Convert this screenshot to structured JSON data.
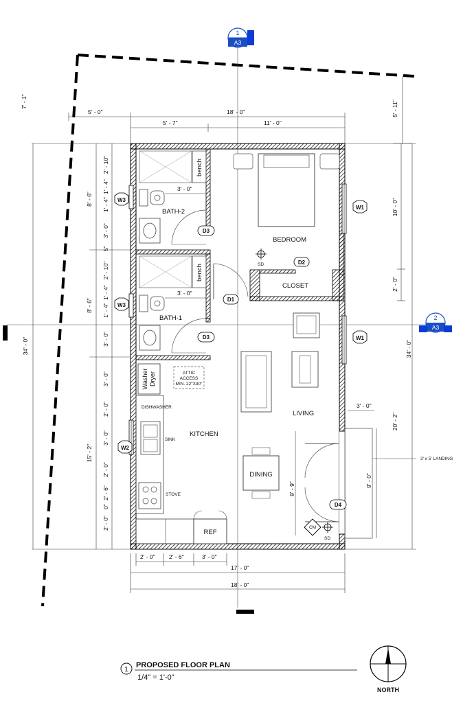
{
  "rooms": {
    "bedroom": "BEDROOM",
    "closet": "CLOSET",
    "bath2": "BATH-2",
    "bath1": "BATH-1",
    "kitchen": "KITCHEN",
    "living": "LIVING",
    "dining": "DINING",
    "bench_top": "bench",
    "bench_bottom": "bench"
  },
  "fixtures": {
    "washer_dryer": "Washer\nDryer",
    "attic_access": "ATTIC ACCESS MIN. 22\"X30\"",
    "dishwasher": "DISHWASHER",
    "sink": "SINK",
    "stove": "STOVE",
    "ref": "REF",
    "sd": "SD",
    "cm": "CM",
    "landing": "3' x 5' LANDING"
  },
  "tags": {
    "d1": "D1",
    "d2": "D2",
    "d3": "D3",
    "d4": "D4",
    "w1": "W1",
    "w2": "W2",
    "w3": "W3"
  },
  "section_markers": {
    "top": {
      "number": "1",
      "sheet": "A3"
    },
    "right": {
      "number": "2",
      "sheet": "A3"
    }
  },
  "dimensions": {
    "property_offset_left": "7' - 1\"",
    "property_offset_right": "5' - 11\"",
    "setback_left": "5' - 0\"",
    "overall_width_top": "18' - 0\"",
    "bath_width": "5' - 7\"",
    "bedroom_width": "11' - 0\"",
    "overall_length_left": "34' - 0\"",
    "overall_length_right": "34' - 0\"",
    "bath2_height": "8' - 6\"",
    "bath1_height": "8' - 6\"",
    "kitchen_height": "15' - 2\"",
    "shower2": "2' - 10\"",
    "toilet2": "1' - 4\"",
    "toilet2b": "1' - 4\"",
    "sink2": "3' - 0\"",
    "gap1": "5\"",
    "shower1": "2' - 10\"",
    "toilet1": "1' - 4\"",
    "toilet1b": "1' - 4\"",
    "sink1": "3' - 0\"",
    "k_washer": "3' - 0\"",
    "k_dish": "2' - 0\"",
    "k_sink": "3' - 0\"",
    "k_gap": "2' - 0\"",
    "k_stove": "2' - 6\"",
    "k_end1": "2' - 0\"",
    "k_end2": "0\"",
    "bench_width": "3' - 0\"",
    "bench_width2": "3' - 0\"",
    "bedroom_depth": "10' - 0\"",
    "closet_depth": "2' - 0\"",
    "living_depth": "20' - 2\"",
    "landing_width": "3' - 0\"",
    "landing_depth": "9' - 0\"",
    "door_offset": "9' - 9\"",
    "bottom_a": "2' - 0\"",
    "bottom_b": "2' - 6\"",
    "bottom_c": "3' - 0\"",
    "bottom_inner": "17' - 0\"",
    "bottom_overall": "18' - 0\""
  },
  "title_block": {
    "number": "1",
    "title": "PROPOSED FLOOR PLAN",
    "scale": "1/4\" = 1'-0\"",
    "north": "NORTH"
  }
}
